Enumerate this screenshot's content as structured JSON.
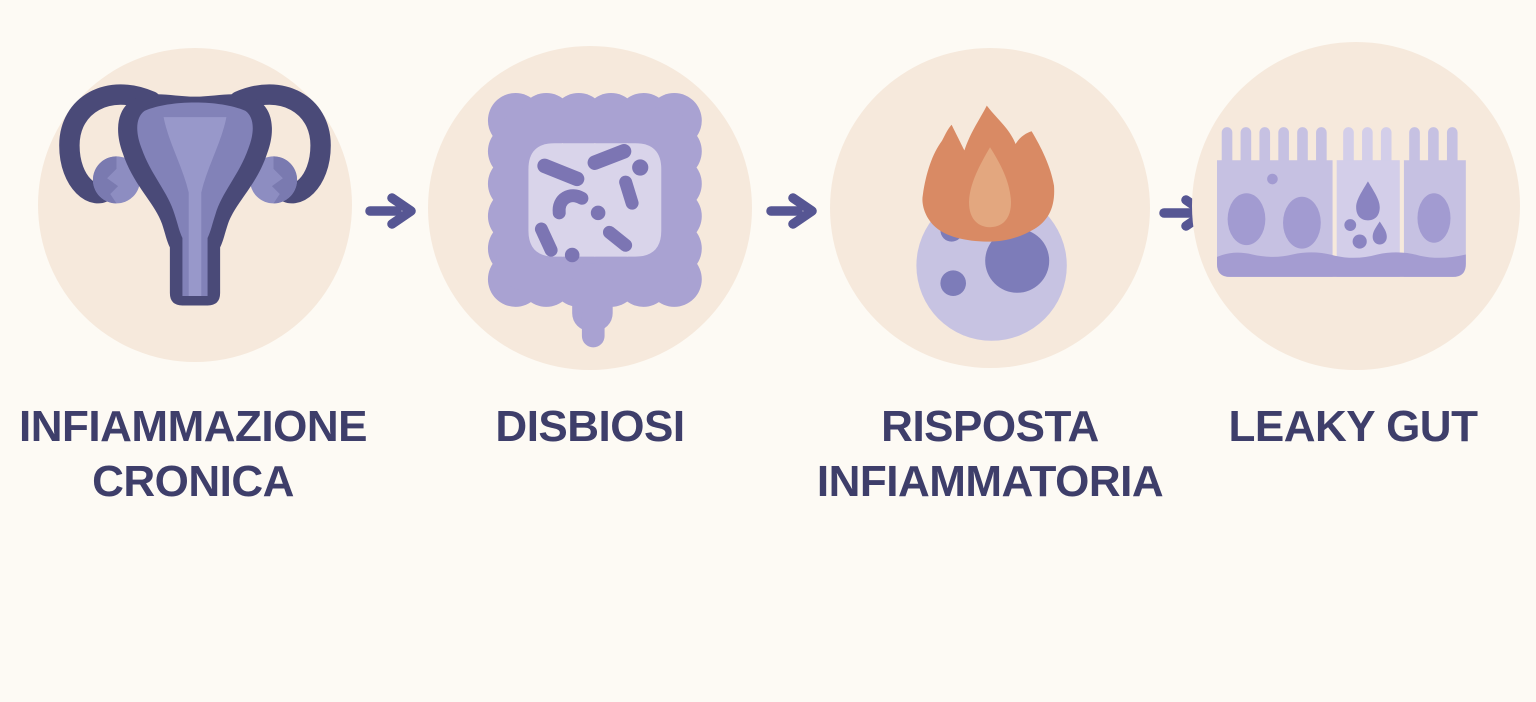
{
  "steps": [
    {
      "name": "infiammazione-cronica",
      "icon": "uterus-icon",
      "label_lines": [
        "INFIAMMAZIONE",
        "CRONICA"
      ]
    },
    {
      "name": "disbiosi",
      "icon": "gut-microbiome-icon",
      "label_lines": [
        "DISBIOSI"
      ]
    },
    {
      "name": "risposta-infiammatoria",
      "icon": "inflamed-cell-fire-icon",
      "label_lines": [
        "RISPOSTA",
        "INFIAMMATORIA"
      ]
    },
    {
      "name": "leaky-gut",
      "icon": "leaky-gut-wall-icon",
      "label_lines": [
        "LEAKY GUT"
      ]
    }
  ],
  "connectors": {
    "type": "arrow-right",
    "count": 3
  },
  "palette": {
    "page_background": "#fdfaf4",
    "circle_background": "#f6e9dc",
    "label_text": "#3e3e6a",
    "arrow": "#565693",
    "uterus_dark": "#4a4a78",
    "uterus_mid": "#8282b8",
    "uterus_light": "#9898ca",
    "ovary": "#8d8dc1",
    "intestine_frame": "#a9a2d2",
    "intestine_inner": "#d9d4ea",
    "bacteria": "#7c75b3",
    "cell_body": "#c7c3e2",
    "cell_nucleus": "#7d7cb9",
    "flame_outer": "#d98a64",
    "flame_inner": "#e3a77f",
    "tissue_cell": "#c6c1e2",
    "tissue_cell_light": "#d3cee9",
    "tissue_nucleus": "#a29bd1",
    "tissue_band": "#a49cd1",
    "tissue_droplet": "#8a84c1"
  }
}
